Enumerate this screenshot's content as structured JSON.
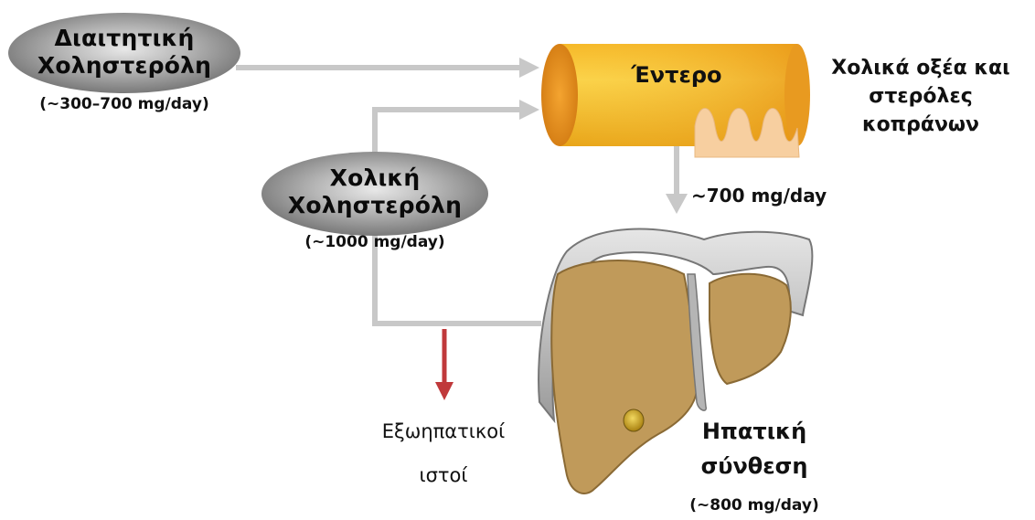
{
  "dietary": {
    "title_line1": "Διαιτητική",
    "title_line2": "Χοληστερόλη",
    "amount": "(~300–700 mg/day)"
  },
  "biliary": {
    "title_line1": "Χολική",
    "title_line2": "Χοληστερόλη",
    "amount": "(~1000 mg/day)"
  },
  "intestine": {
    "label": "Έντερο"
  },
  "fecal": {
    "line1": "Χολικά οξέα και",
    "line2": "στερόλες",
    "line3": "κοπράνων"
  },
  "reabsorption": {
    "amount": "~700 mg/day"
  },
  "liver": {
    "line1": "Ηπατική",
    "line2": "σύνθεση",
    "amount": "(~800 mg/day)"
  },
  "extrahepatic": {
    "line1": "Εξωηπατικοί",
    "line2": "ιστοί"
  },
  "colors": {
    "arrow_gray": "#c8c8c8",
    "arrow_red": "#c0393b",
    "intestine_orange": "#f0a020",
    "villi": "#f7cfa0",
    "liver_body": "#c09a5a",
    "liver_capsule": "#bfbfbf",
    "gallbladder": "#d4b020",
    "oval_gray": "#8a8a8a"
  }
}
